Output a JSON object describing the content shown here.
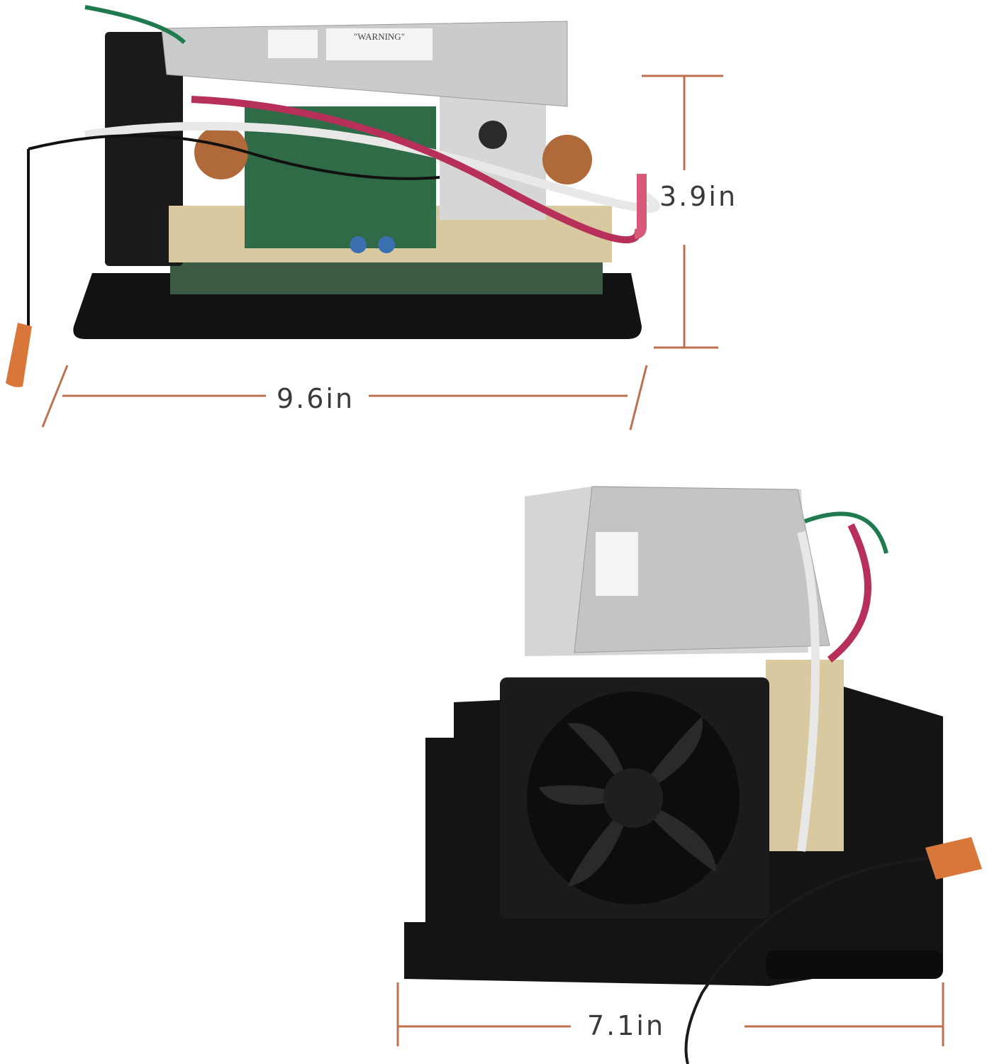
{
  "dimensions": {
    "height": "3.9in",
    "length": "9.6in",
    "width": "7.1in"
  },
  "product_labels": {
    "warning": "\"WARNING\""
  },
  "colors": {
    "dimension_line": "#c0704f",
    "dimension_text": "#3a3a3a",
    "base_plate": "#111111",
    "cover": "#c9cbcc",
    "pcb": "#2f6b46"
  }
}
